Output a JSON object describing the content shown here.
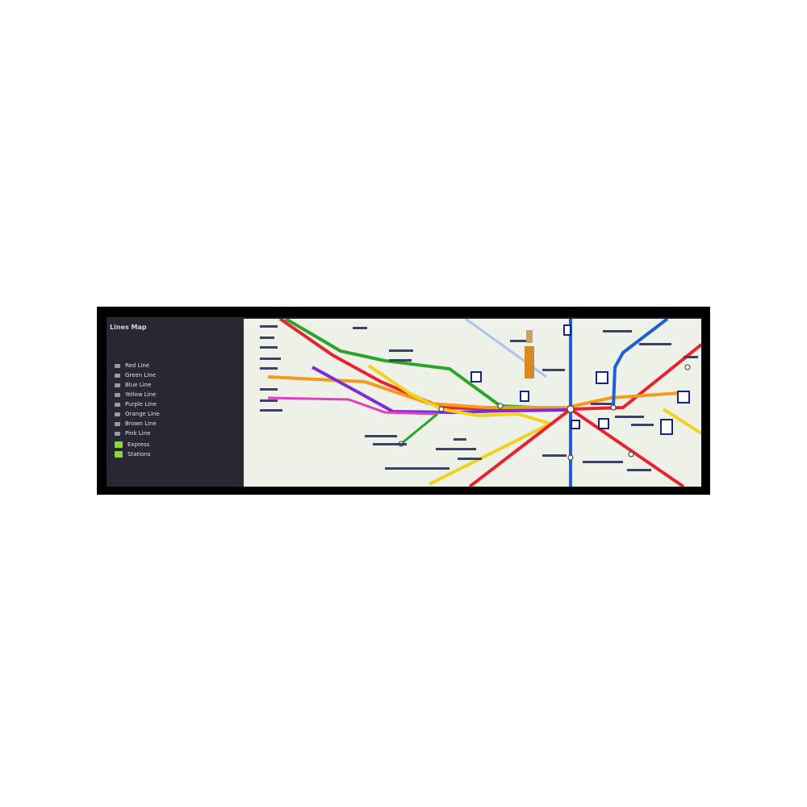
{
  "sidebar": {
    "title": "Lines Map",
    "items": [
      {
        "label": "Red Line",
        "active": false
      },
      {
        "label": "Green Line",
        "active": false
      },
      {
        "label": "Blue Line",
        "active": false
      },
      {
        "label": "Yellow Line",
        "active": false
      },
      {
        "label": "Purple Line",
        "active": false
      },
      {
        "label": "Orange Line",
        "active": false
      },
      {
        "label": "Brown Line",
        "active": false
      },
      {
        "label": "Pink Line",
        "active": false
      },
      {
        "label": "Express",
        "active": true
      },
      {
        "label": "Stations",
        "active": true
      }
    ]
  },
  "map": {
    "lines": [
      {
        "name": "green",
        "color": "#2aa52a"
      },
      {
        "name": "red",
        "color": "#e8232e"
      },
      {
        "name": "orange",
        "color": "#f59a1c"
      },
      {
        "name": "purple",
        "color": "#7b2fd0"
      },
      {
        "name": "magenta",
        "color": "#e040c0"
      },
      {
        "name": "yellow",
        "color": "#f3d21c"
      },
      {
        "name": "blue",
        "color": "#1c5fd8"
      },
      {
        "name": "light-blue",
        "color": "#a9c6ea"
      }
    ],
    "station_icon": "station-square-icon"
  }
}
